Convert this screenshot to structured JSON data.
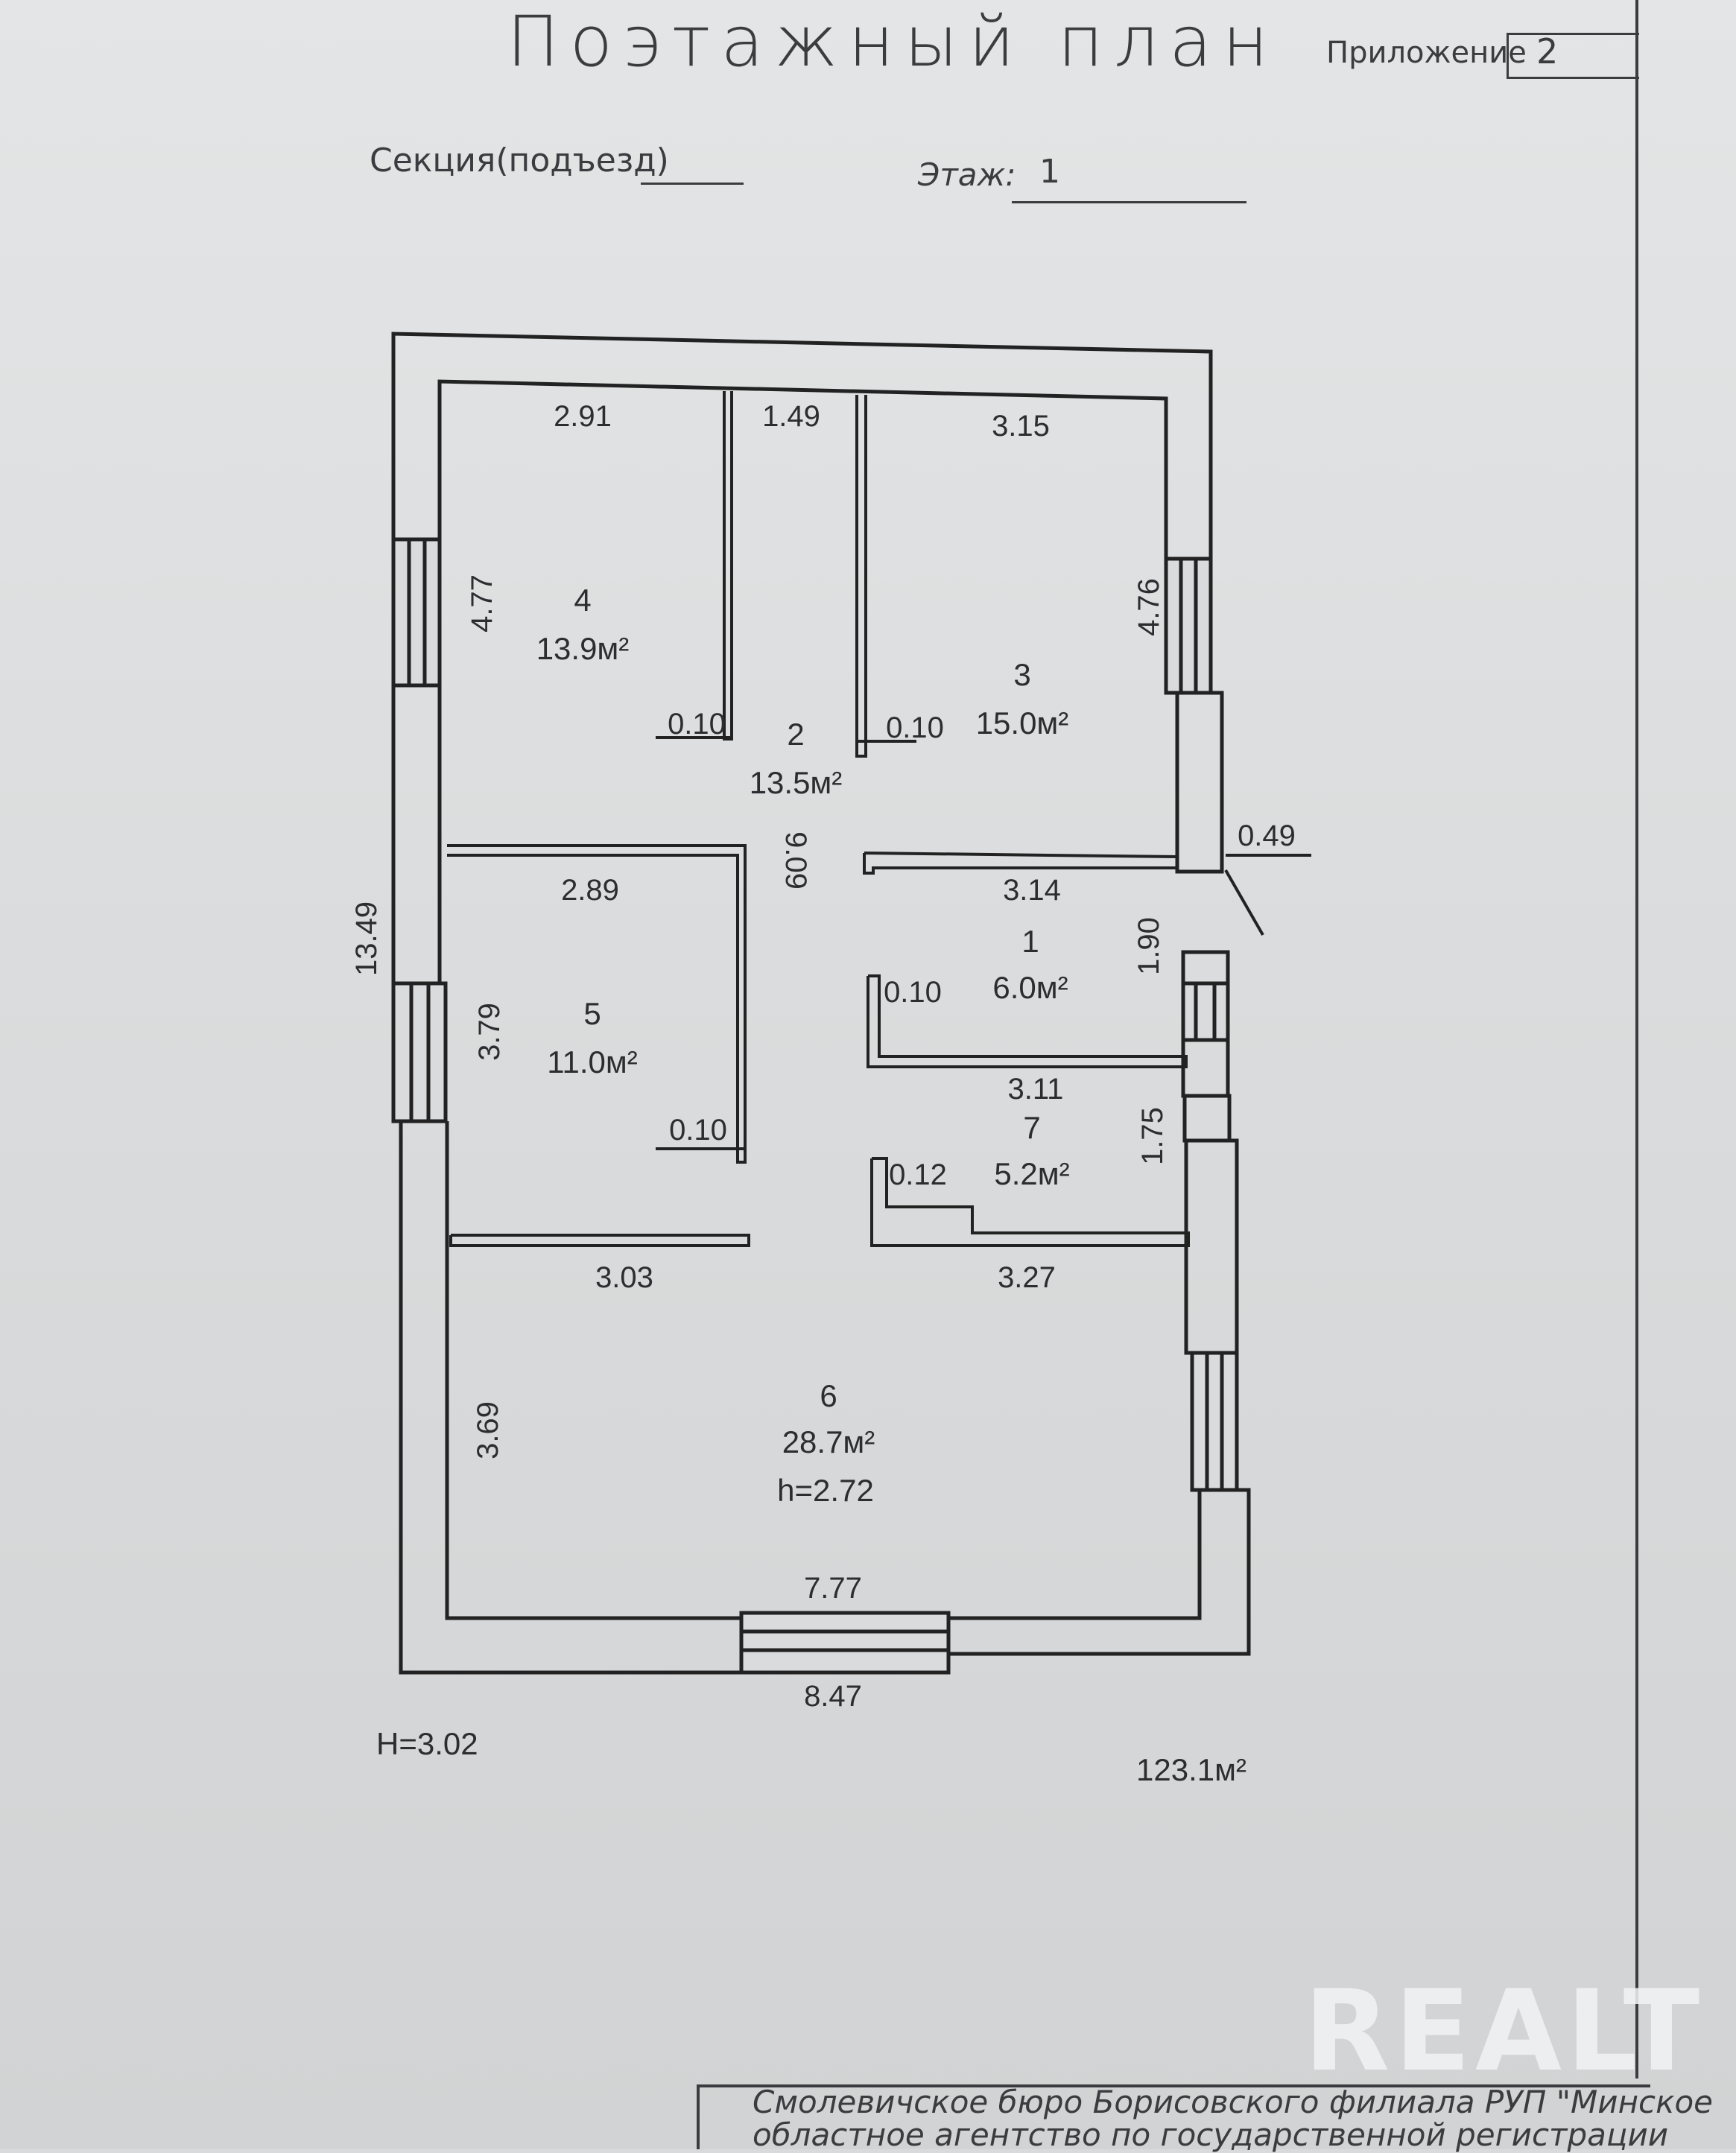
{
  "header": {
    "title": "Поэтажный план",
    "annex_label": "Приложение",
    "annex_number": "2",
    "section_label": "Секция(подъезд)",
    "floor_label": "Этаж:",
    "floor_number": "1"
  },
  "rooms": [
    {
      "number": "1",
      "area": "6.0м²"
    },
    {
      "number": "2",
      "area": "13.5м²"
    },
    {
      "number": "3",
      "area": "15.0м²"
    },
    {
      "number": "4",
      "area": "13.9м²"
    },
    {
      "number": "5",
      "area": "11.0м²"
    },
    {
      "number": "6",
      "area": "28.7м²",
      "height": "h=2.72"
    },
    {
      "number": "7",
      "area": "5.2м²"
    }
  ],
  "dimensions": {
    "room4_width": "2.91",
    "hall_width": "1.49",
    "room3_width": "3.15",
    "room4_depth": "4.77",
    "room3_depth": "4.76",
    "partition_a": "0.10",
    "partition_b": "0.10",
    "outer_wall": "0.49",
    "hall_length": "9.09",
    "room5_width": "2.89",
    "room1_width": "3.14",
    "room1_depth": "1.90",
    "partition_c": "0.10",
    "room5_depth": "3.79",
    "room7_width": "3.11",
    "partition_d": "0.10",
    "room7_depth": "1.75",
    "partition_e": "0.12",
    "room6_width_left": "3.03",
    "room6_width_right": "3.27",
    "room6_depth": "3.69",
    "inner_width": "7.77",
    "outer_width": "8.47",
    "outer_length": "13.49"
  },
  "summary": {
    "building_height": "H=3.02",
    "total_area": "123.1м²"
  },
  "footer": {
    "line1": "Смолевичское бюро Борисовского филиала РУП \"Минское",
    "line2": "областное агентство по государственной регистрации"
  },
  "watermark": "REALT"
}
